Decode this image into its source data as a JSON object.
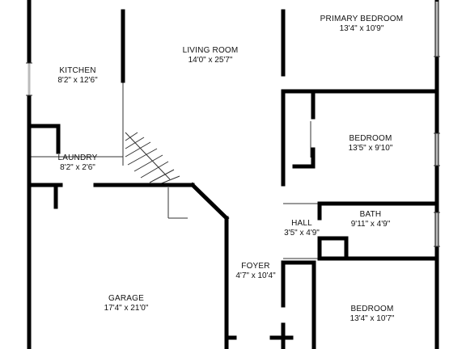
{
  "colors": {
    "wall": "#000000",
    "line": "#333333",
    "window": "#bbbbbb",
    "background": "#ffffff"
  },
  "rooms": [
    {
      "id": "kitchen",
      "name": "KITCHEN",
      "dims": "8'2\" x 12'6\""
    },
    {
      "id": "laundry",
      "name": "LAUNDRY",
      "dims": "8'2\" x 2'6\""
    },
    {
      "id": "living-room",
      "name": "LIVING ROOM",
      "dims": "14'0\" x 25'7\""
    },
    {
      "id": "primary-bedroom",
      "name": "PRIMARY BEDROOM",
      "dims": "13'4\" x 10'9\""
    },
    {
      "id": "bedroom-middle",
      "name": "BEDROOM",
      "dims": "13'5\" x 9'10\""
    },
    {
      "id": "bath",
      "name": "BATH",
      "dims": "9'11\" x 4'9\""
    },
    {
      "id": "hall",
      "name": "HALL",
      "dims": "3'5\" x 4'9\""
    },
    {
      "id": "foyer",
      "name": "FOYER",
      "dims": "4'7\" x 10'4\""
    },
    {
      "id": "garage",
      "name": "GARAGE",
      "dims": "17'4\" x 21'0\""
    },
    {
      "id": "bedroom-lower",
      "name": "BEDROOM",
      "dims": "13'4\" x 10'7\""
    }
  ]
}
